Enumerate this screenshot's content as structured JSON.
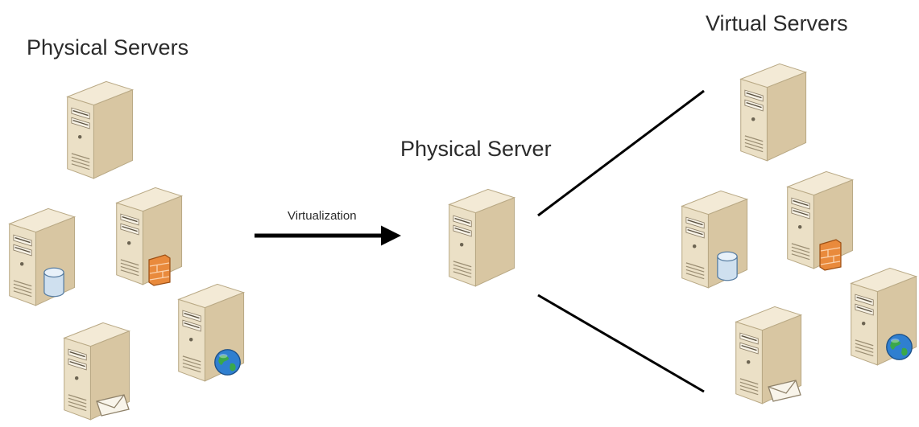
{
  "labels": {
    "physical_servers": "Physical Servers",
    "virtualization": "Virtualization",
    "physical_server": "Physical Server",
    "virtual_servers": "Virtual Servers"
  },
  "icons": {
    "server": "server-tower-icon",
    "database": "database-icon",
    "firewall": "firewall-icon",
    "web": "globe-icon",
    "mail": "mail-envelope-icon"
  },
  "colors": {
    "server_front": "#e9dcc0",
    "server_side": "#cbb894",
    "server_top": "#f3ead6",
    "arrow": "#000000",
    "firewall": "#e98a3c",
    "database": "#c9dced",
    "globe_ocean": "#2f7fd0",
    "globe_land": "#3aa84a"
  }
}
